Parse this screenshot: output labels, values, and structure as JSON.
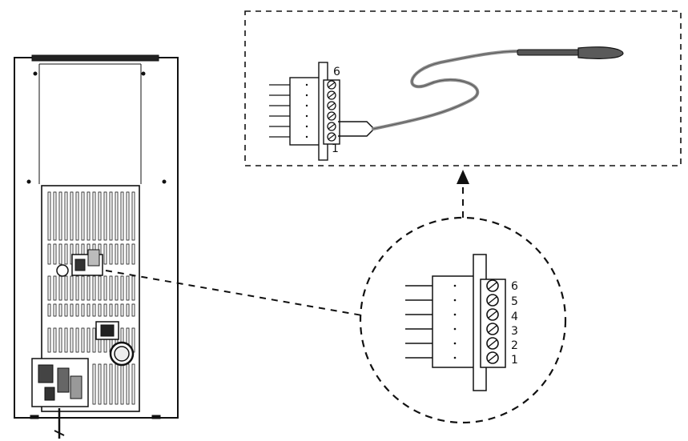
{
  "detail_box": {
    "pin_top_label": "6",
    "pin_bottom_label": "1"
  },
  "zoom_circle": {
    "pin_labels": [
      "6",
      "5",
      "4",
      "3",
      "2",
      "1"
    ]
  },
  "colors": {
    "line": "#111111",
    "cable": "#8a8a8a",
    "probe": "#5a5a5a"
  }
}
